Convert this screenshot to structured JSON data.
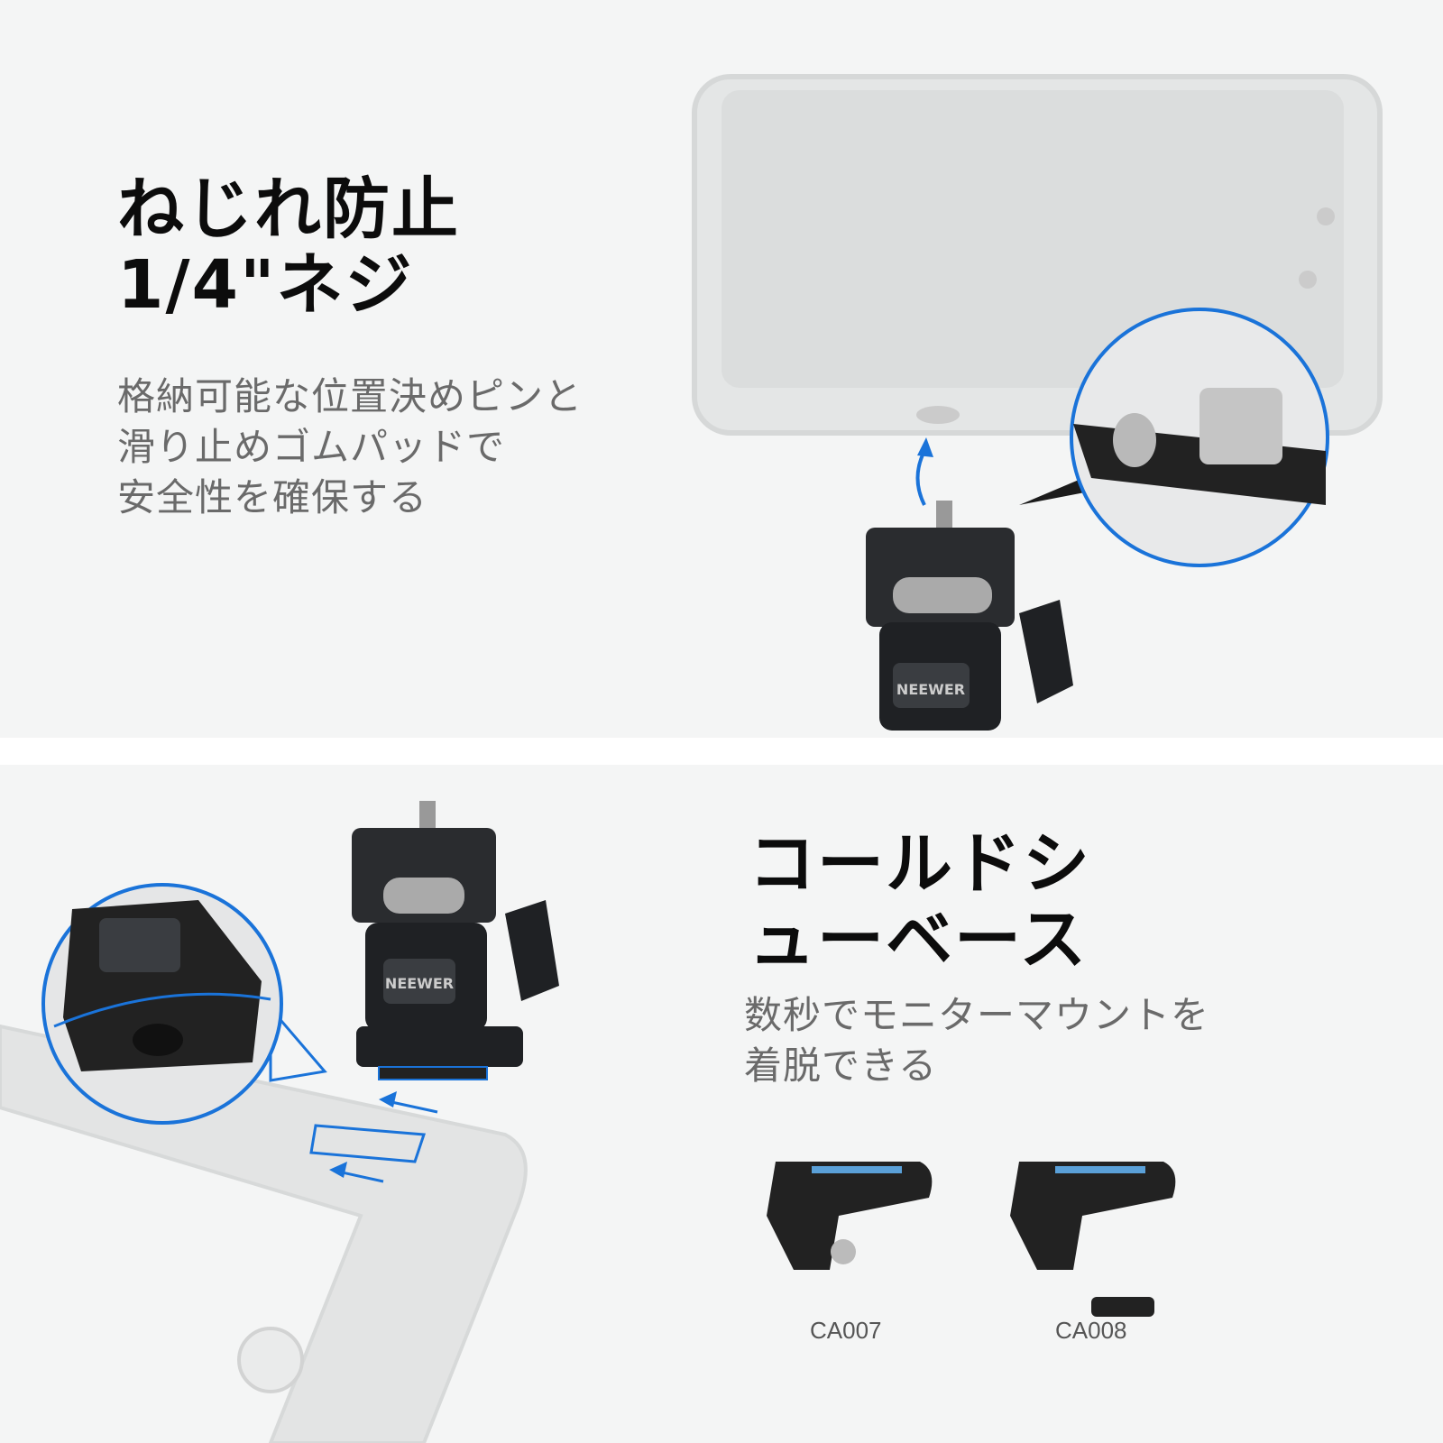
{
  "top": {
    "title_line1": "ねじれ防止",
    "title_line2": "1/4\"ネジ",
    "body": [
      "格納可能な位置決めピンと",
      "滑り止めゴムパッドで",
      "安全性を確保する"
    ],
    "brand": "NEEWER"
  },
  "bottom": {
    "title_line1": "コールドシ",
    "title_line2": "ューベース",
    "body": [
      "数秒でモニターマウントを",
      "着脱できる"
    ],
    "brand": "NEEWER",
    "products": [
      {
        "label": "CA007"
      },
      {
        "label": "CA008"
      }
    ]
  },
  "colors": {
    "accent": "#1a73d9",
    "background": "#f4f5f5",
    "title": "#0c0c0c",
    "body": "#6a6a6a"
  }
}
